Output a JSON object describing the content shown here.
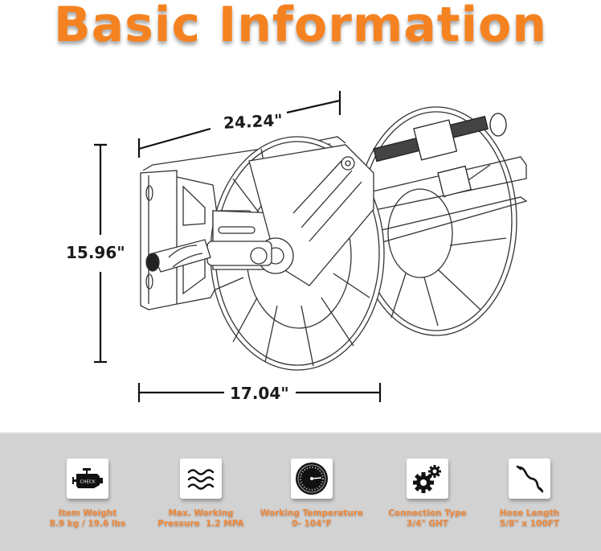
{
  "title": "Basic Information",
  "dimensions": {
    "depth": "24.24\"",
    "height": "15.96\"",
    "width": "17.04\""
  },
  "colors": {
    "accent": "#f58220",
    "band": "#d2d2d2"
  },
  "specs": [
    {
      "icon": "engine-check-icon",
      "label": "Item Weight",
      "value": "8.9 kg / 19.6 lbs",
      "icon_text": "CHECK"
    },
    {
      "icon": "water-waves-icon",
      "label": "Max. Working",
      "value": "Pressure  1.2 MPA"
    },
    {
      "icon": "gauge-icon",
      "label": "Working Temperature",
      "value": "0- 104°F"
    },
    {
      "icon": "gears-icon",
      "label": "Connection Type",
      "value": "3/4\" GHT"
    },
    {
      "icon": "hose-icon",
      "label": "Hose Length",
      "value": "5/8\" x 100FT"
    }
  ]
}
